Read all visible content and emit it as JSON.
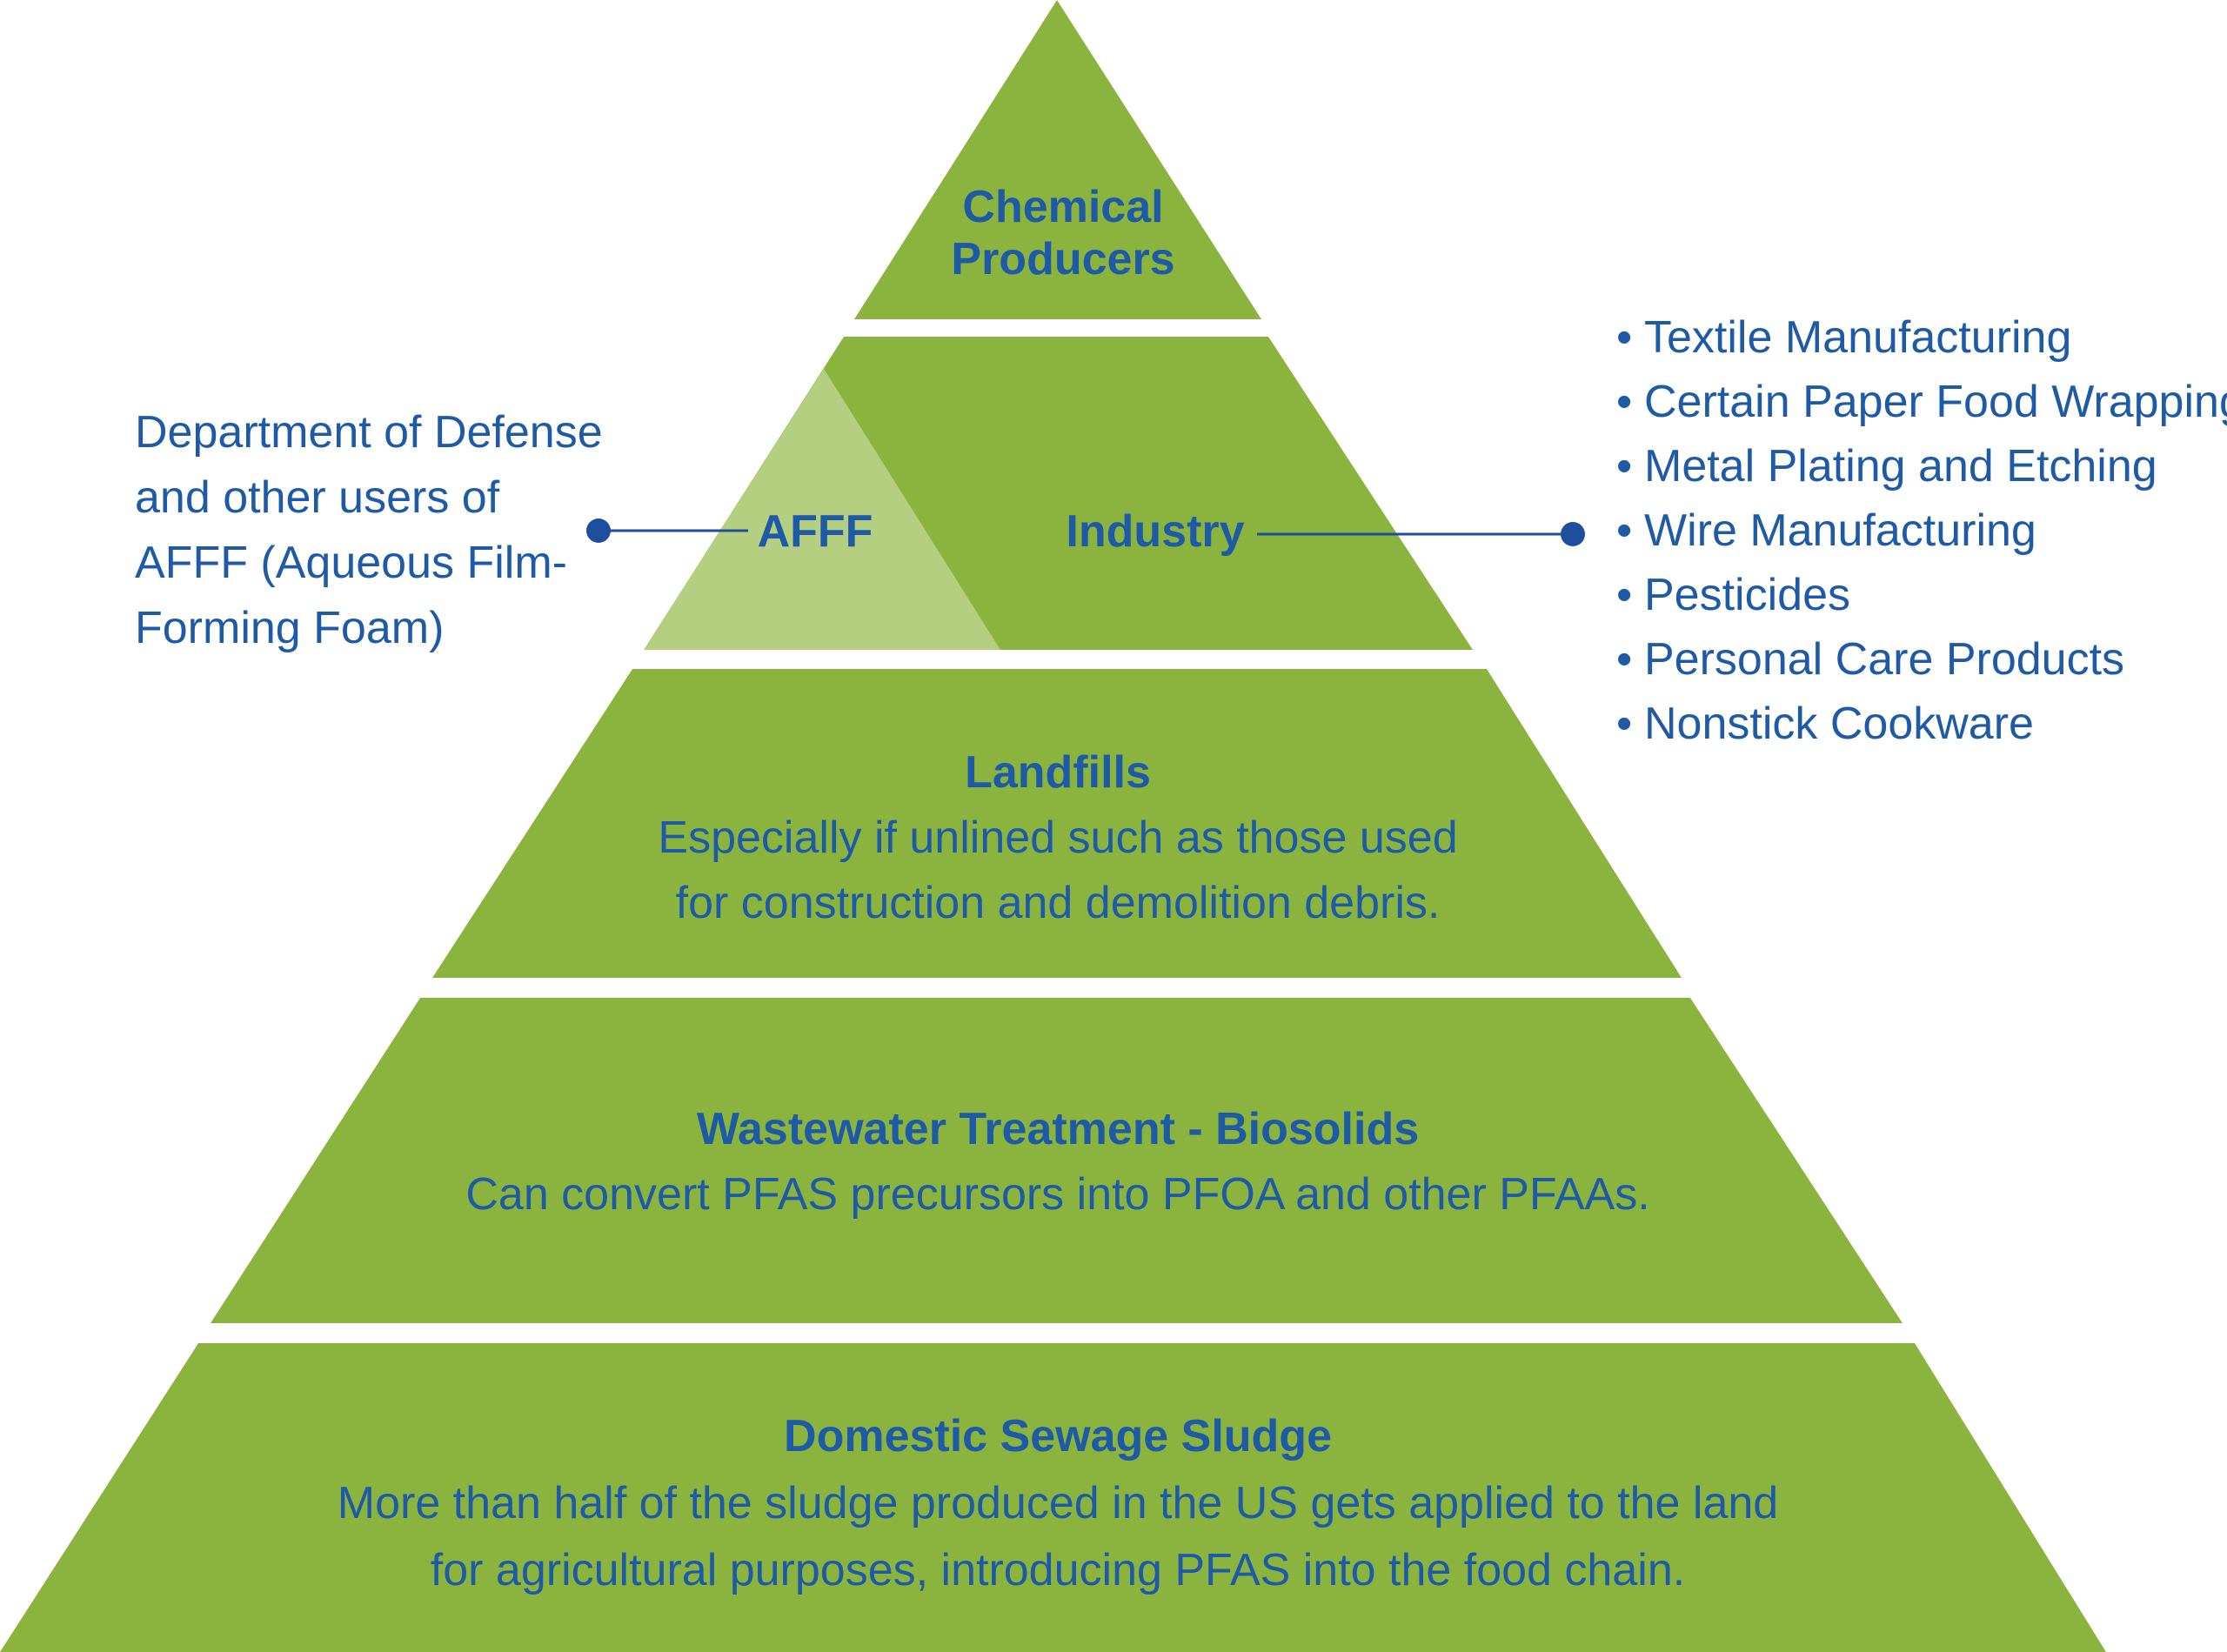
{
  "colors": {
    "green": "#8ab43e",
    "light_green": "#b5cf80",
    "text_blue": "#1f5aa6",
    "line_blue": "#1f4e9c",
    "background": "#ffffff"
  },
  "tiers": {
    "top": {
      "title_lines": [
        "Chemical",
        "Producers"
      ]
    },
    "second": {
      "afff_label": "AFFF",
      "industry_label": "Industry"
    },
    "landfills": {
      "title": "Landfills",
      "desc_lines": [
        "Especially if unlined such as those used",
        "for construction and demolition debris."
      ]
    },
    "wastewater": {
      "title": "Wastewater Treatment - Biosolids",
      "desc_lines": [
        "Can convert PFAS precursors into PFOA and other PFAAs."
      ]
    },
    "sewage": {
      "title": "Domestic Sewage Sludge",
      "desc_lines": [
        "More than half of the sludge produced in the US gets applied to the land",
        "for agricultural purposes, introducing PFAS into the food chain."
      ]
    }
  },
  "left_callout": {
    "lines": [
      "Department of Defense",
      "and other users of",
      "AFFF (Aqueous Film-",
      "Forming Foam)"
    ]
  },
  "right_callout": {
    "bullet": "•",
    "items": [
      "Textile Manufacturing",
      "Certain Paper Food Wrapping",
      "Metal Plating and Etching",
      "Wire Manufacturing",
      "Pesticides",
      "Personal Care Products",
      "Nonstick Cookware"
    ]
  }
}
